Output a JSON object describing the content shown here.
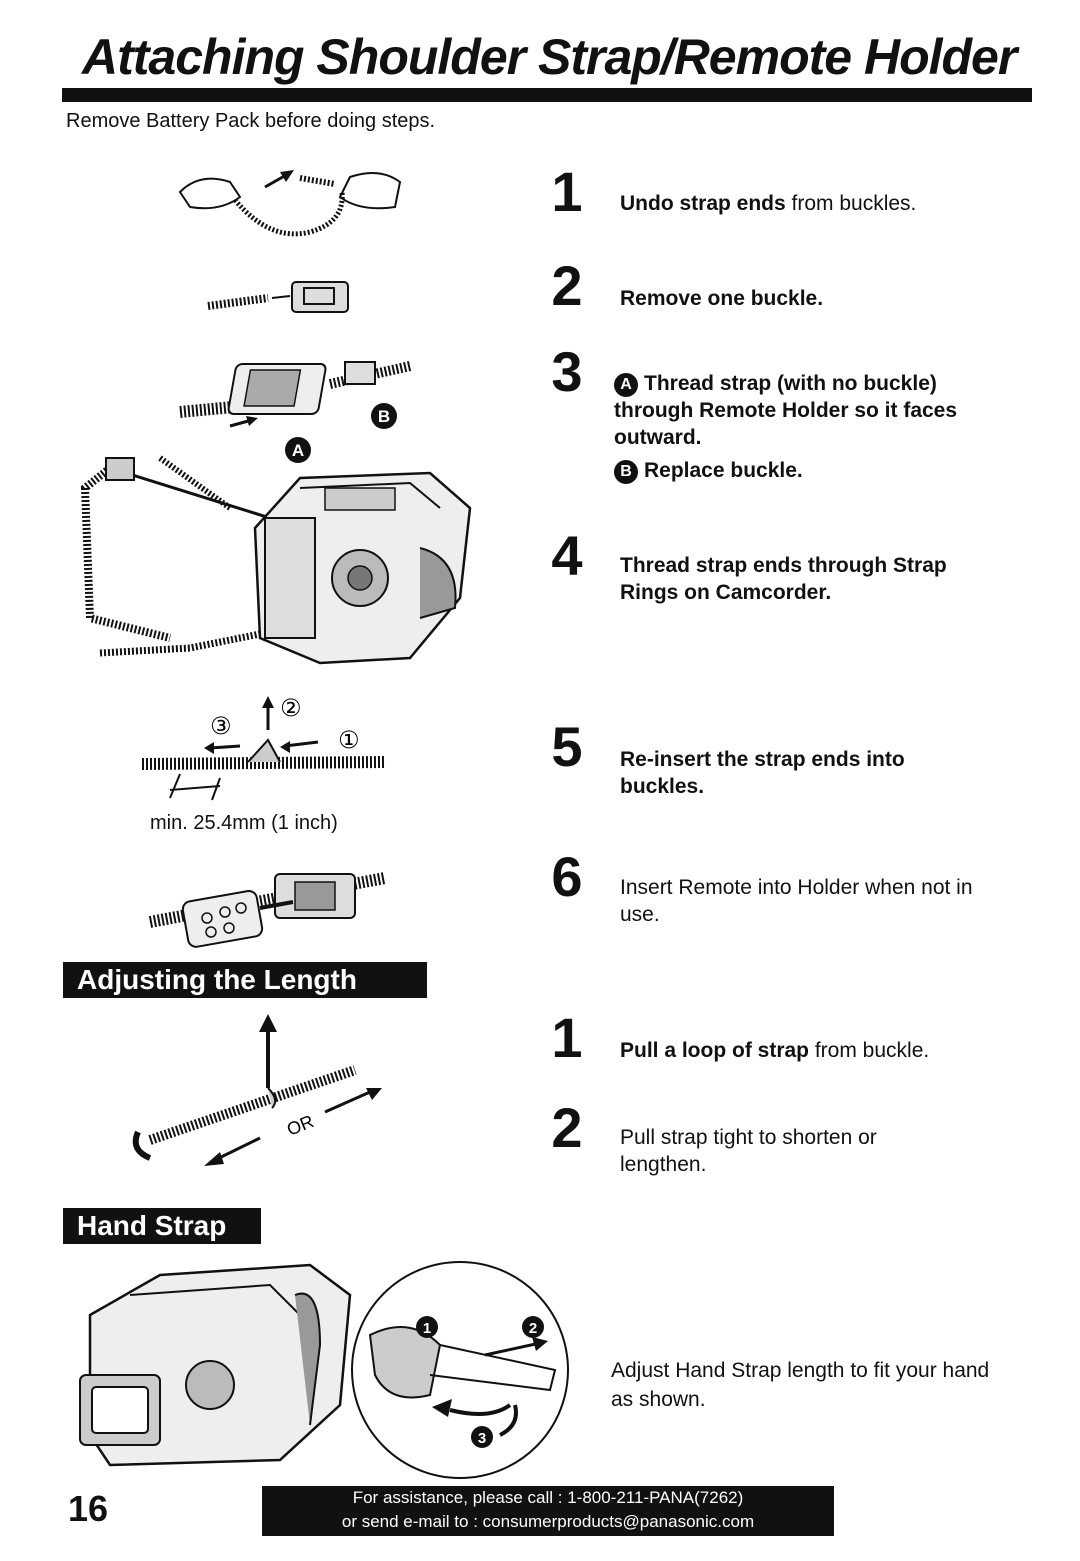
{
  "page": {
    "title": "Attaching Shoulder Strap/Remote Holder",
    "subtitle": "Remove Battery Pack before doing steps.",
    "page_number": "16"
  },
  "attach_steps": [
    {
      "num": "1",
      "bold": "Undo strap ends",
      "rest": " from buckles."
    },
    {
      "num": "2",
      "bold": "Remove one buckle.",
      "rest": ""
    },
    {
      "num": "3",
      "a_label": "A",
      "a_text": "Thread strap (with no buckle) through Remote Holder so it faces outward.",
      "b_label": "B",
      "b_text": "Replace buckle."
    },
    {
      "num": "4",
      "bold": "Thread strap ends through Strap Rings on Camcorder.",
      "rest": ""
    },
    {
      "num": "5",
      "bold": "Re-insert the strap ends into buckles.",
      "rest": ""
    },
    {
      "num": "6",
      "bold": "",
      "rest": "Insert Remote into Holder when not in use."
    }
  ],
  "illustration_labels": {
    "callout_a": "A",
    "callout_b": "B",
    "arrow_1": "①",
    "arrow_2": "②",
    "arrow_3": "③",
    "min_length": "min. 25.4mm (1 inch)",
    "or": "OR",
    "hs_1": "1",
    "hs_2": "2",
    "hs_3": "3"
  },
  "adjusting": {
    "heading": "Adjusting the Length",
    "steps": [
      {
        "num": "1",
        "bold": "Pull a loop of strap",
        "rest": " from buckle."
      },
      {
        "num": "2",
        "bold": "",
        "rest": "Pull strap tight to shorten or lengthen."
      }
    ]
  },
  "hand_strap": {
    "heading": "Hand Strap",
    "text": "Adjust Hand Strap length to fit your hand as shown."
  },
  "footer": {
    "line1": "For assistance, please call : 1-800-211-PANA(7262)",
    "line2": "or send e-mail to : consumerproducts@panasonic.com"
  }
}
